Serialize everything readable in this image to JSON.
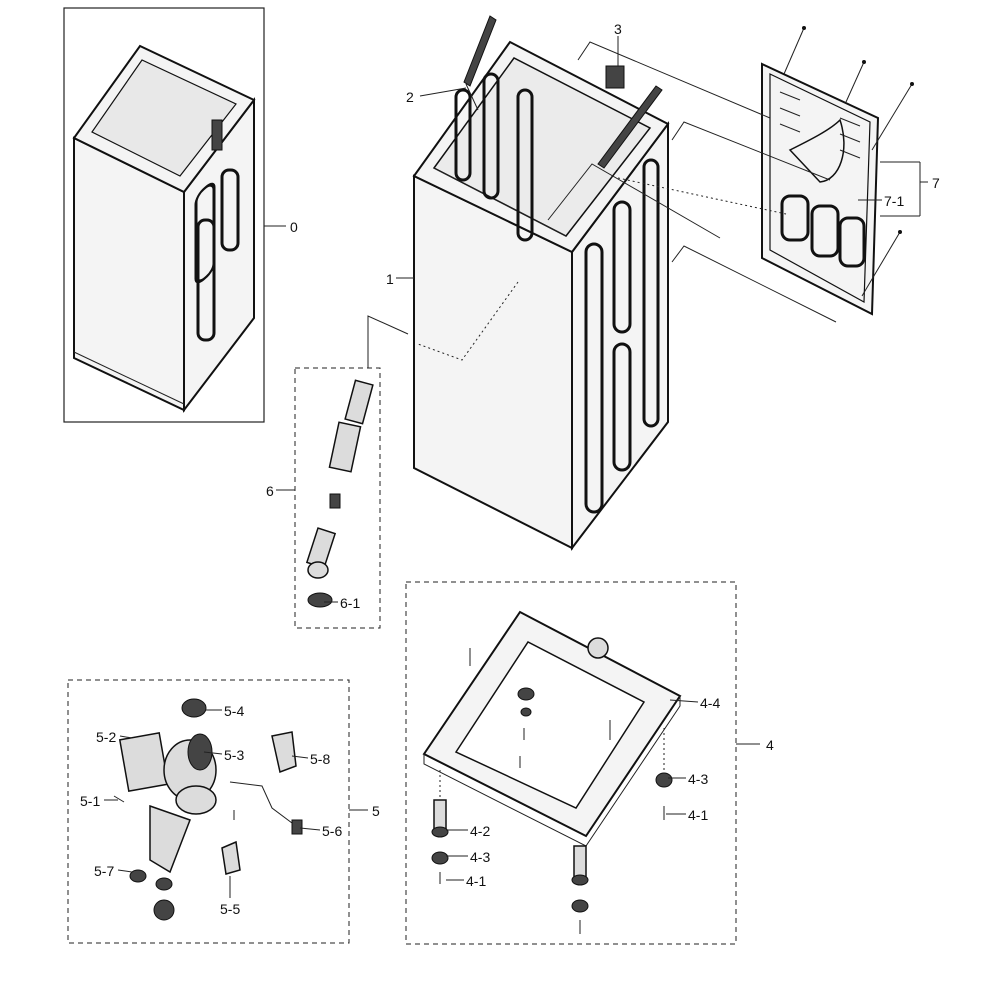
{
  "callouts": {
    "c0": "0",
    "c1": "1",
    "c2": "2",
    "c3": "3",
    "c4": "4",
    "c4_1a": "4-1",
    "c4_1b": "4-1",
    "c4_2": "4-2",
    "c4_3a": "4-3",
    "c4_3b": "4-3",
    "c4_4": "4-4",
    "c5": "5",
    "c5_1": "5-1",
    "c5_2": "5-2",
    "c5_3": "5-3",
    "c5_4": "5-4",
    "c5_5": "5-5",
    "c5_6": "5-6",
    "c5_7": "5-7",
    "c5_8": "5-8",
    "c6": "6",
    "c6_1": "6-1",
    "c7": "7",
    "c7_1": "7-1"
  },
  "colors": {
    "line": "#222222",
    "fill": "#f4f4f4",
    "part": "#dcdcdc"
  }
}
